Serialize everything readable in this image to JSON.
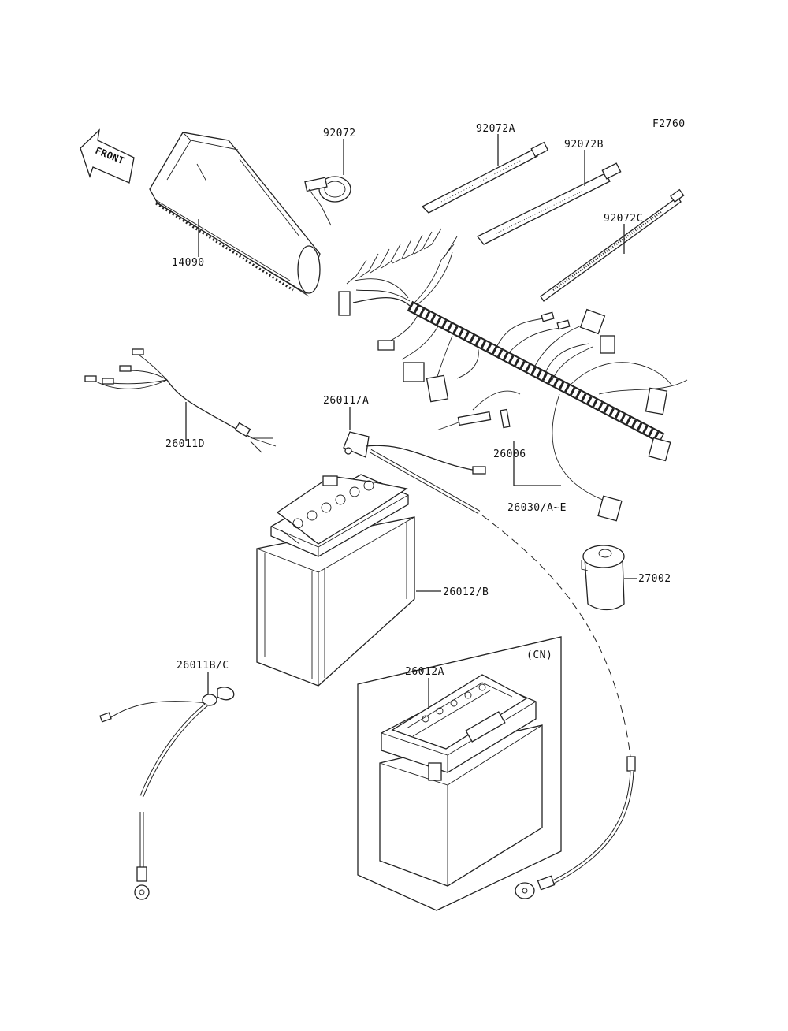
{
  "figure_code": "F2760",
  "front_label": "FRONT",
  "region_label": "(CN)",
  "parts": {
    "cover": "14090",
    "clamp": "92072",
    "band_a": "92072A",
    "band_b": "92072B",
    "band_c": "92072C",
    "lead_d": "26011D",
    "lead_a": "26011/A",
    "harness_pin": "26006",
    "harness": "26030/A~E",
    "battery": "26012/B",
    "relay": "27002",
    "lead_bc": "26011B/C",
    "battery_cn": "26012A"
  }
}
